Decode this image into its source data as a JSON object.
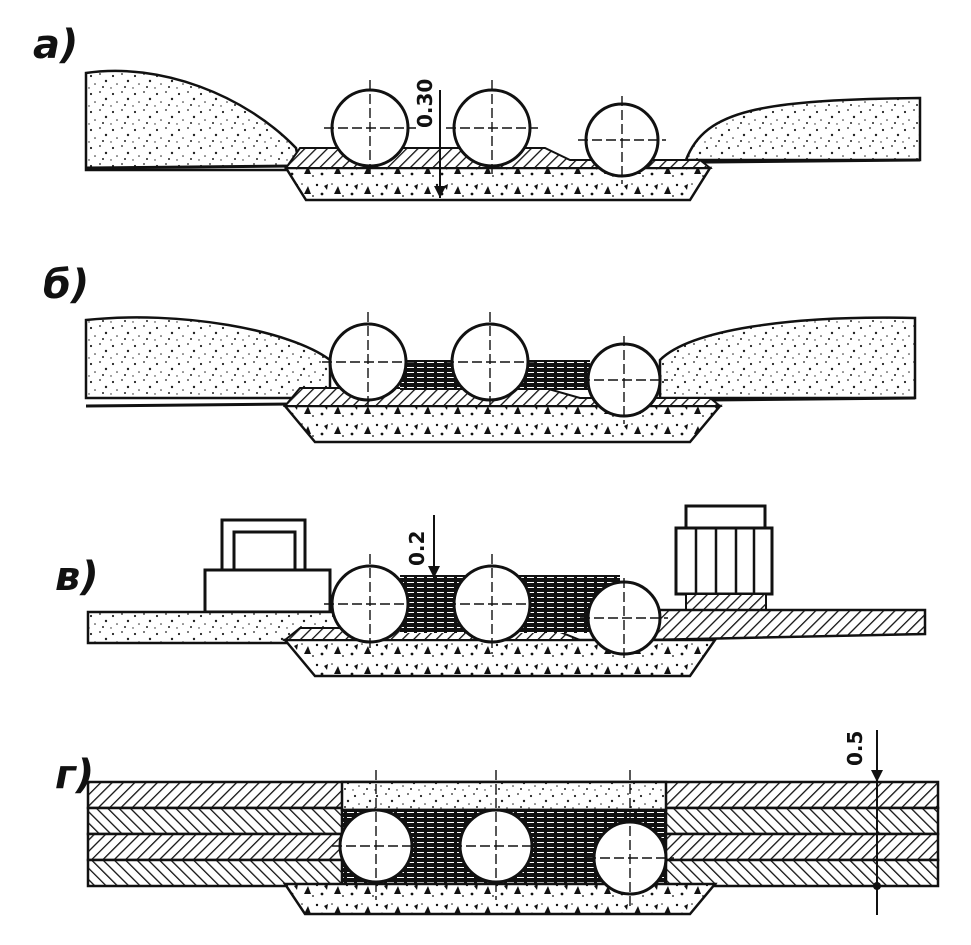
{
  "panels": [
    {
      "label": "а)",
      "dimension": "0.30"
    },
    {
      "label": "б)"
    },
    {
      "label": "в)",
      "dimension": "0.2"
    },
    {
      "label": "г)",
      "dimension": "0.5"
    }
  ]
}
